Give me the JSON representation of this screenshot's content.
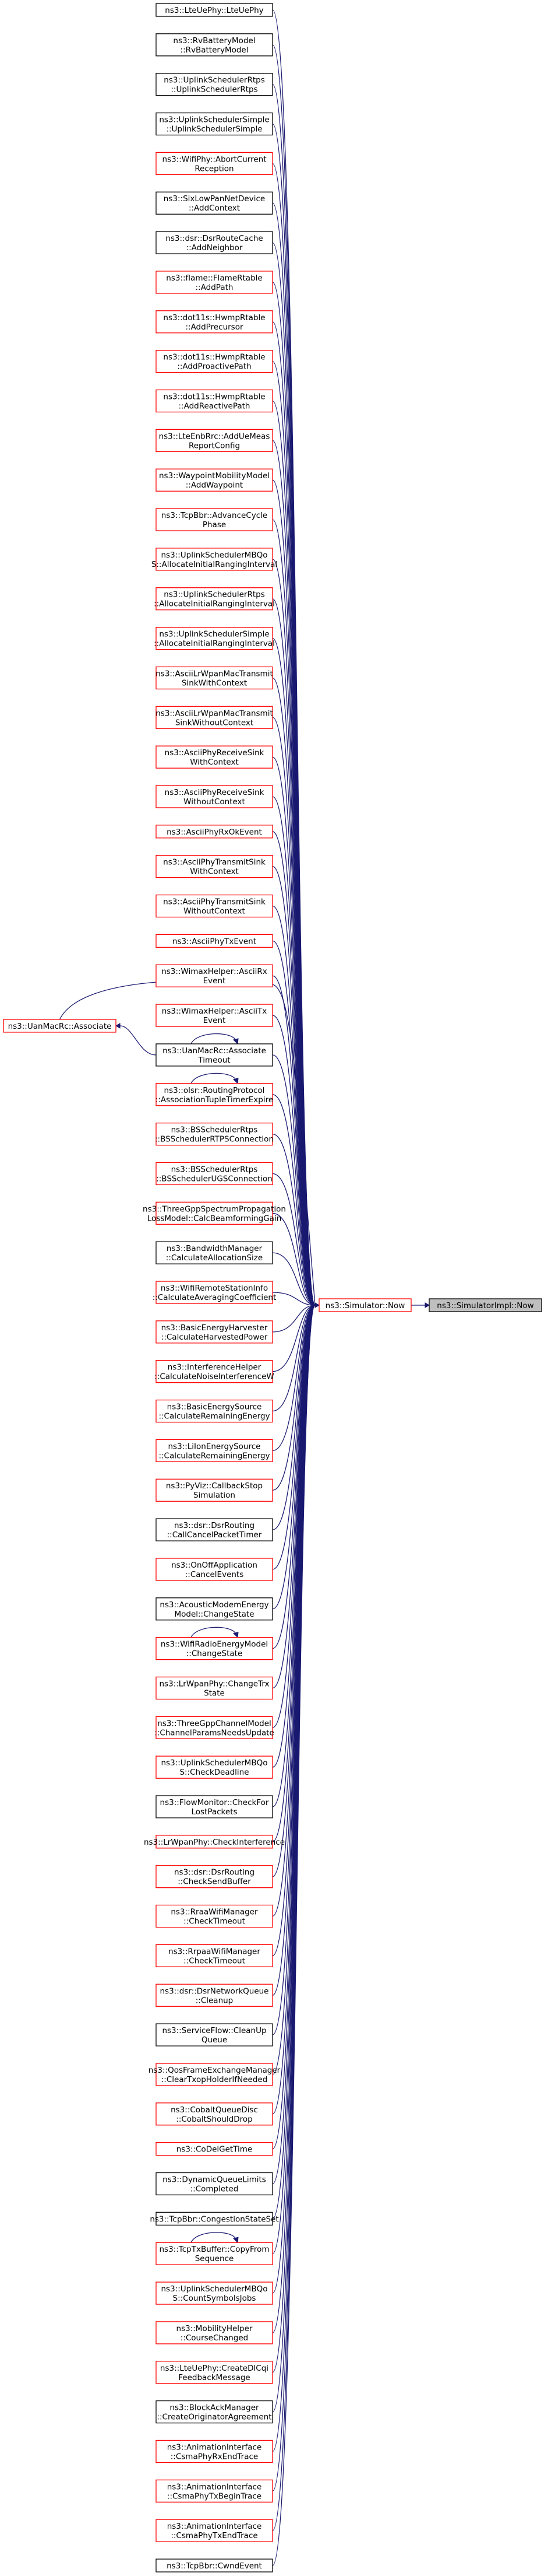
{
  "diagram": {
    "colors": {
      "edge": "#191970",
      "box_border_red": "#ff0000",
      "box_border_black": "#000000",
      "root_fill": "#bfbfbf"
    },
    "root": {
      "id": "root",
      "lines": [
        "ns3::SimulatorImpl::Now"
      ],
      "border": "black",
      "fill": "gray"
    },
    "hub": {
      "id": "hub",
      "lines": [
        "ns3::Simulator::Now"
      ],
      "border": "red"
    },
    "associate_node": {
      "id": "assoc",
      "lines": [
        "ns3::UanMacRc::Associate"
      ],
      "border": "red"
    },
    "callers": [
      {
        "id": "c0",
        "lines": [
          "ns3::LteUePhy::LteUePhy"
        ],
        "border": "black"
      },
      {
        "id": "c1",
        "lines": [
          "ns3::RvBatteryModel",
          "::RvBatteryModel"
        ],
        "border": "black"
      },
      {
        "id": "c2",
        "lines": [
          "ns3::UplinkSchedulerRtps",
          "::UplinkSchedulerRtps"
        ],
        "border": "black"
      },
      {
        "id": "c3",
        "lines": [
          "ns3::UplinkSchedulerSimple",
          "::UplinkSchedulerSimple"
        ],
        "border": "black"
      },
      {
        "id": "c4",
        "lines": [
          "ns3::WifiPhy::AbortCurrent",
          "Reception"
        ],
        "border": "red"
      },
      {
        "id": "c5",
        "lines": [
          "ns3::SixLowPanNetDevice",
          "::AddContext"
        ],
        "border": "black"
      },
      {
        "id": "c6",
        "lines": [
          "ns3::dsr::DsrRouteCache",
          "::AddNeighbor"
        ],
        "border": "black"
      },
      {
        "id": "c7",
        "lines": [
          "ns3::flame::FlameRtable",
          "::AddPath"
        ],
        "border": "red"
      },
      {
        "id": "c8",
        "lines": [
          "ns3::dot11s::HwmpRtable",
          "::AddPrecursor"
        ],
        "border": "red"
      },
      {
        "id": "c9",
        "lines": [
          "ns3::dot11s::HwmpRtable",
          "::AddProactivePath"
        ],
        "border": "red"
      },
      {
        "id": "c10",
        "lines": [
          "ns3::dot11s::HwmpRtable",
          "::AddReactivePath"
        ],
        "border": "red"
      },
      {
        "id": "c11",
        "lines": [
          "ns3::LteEnbRrc::AddUeMeas",
          "ReportConfig"
        ],
        "border": "red"
      },
      {
        "id": "c12",
        "lines": [
          "ns3::WaypointMobilityModel",
          "::AddWaypoint"
        ],
        "border": "red"
      },
      {
        "id": "c13",
        "lines": [
          "ns3::TcpBbr::AdvanceCycle",
          "Phase"
        ],
        "border": "red"
      },
      {
        "id": "c14",
        "lines": [
          "ns3::UplinkSchedulerMBQo",
          "S::AllocateInitialRangingInterval"
        ],
        "border": "red"
      },
      {
        "id": "c15",
        "lines": [
          "ns3::UplinkSchedulerRtps",
          "::AllocateInitialRangingInterval"
        ],
        "border": "red"
      },
      {
        "id": "c16",
        "lines": [
          "ns3::UplinkSchedulerSimple",
          "::AllocateInitialRangingInterval"
        ],
        "border": "red"
      },
      {
        "id": "c17",
        "lines": [
          "ns3::AsciiLrWpanMacTransmit",
          "SinkWithContext"
        ],
        "border": "red"
      },
      {
        "id": "c18",
        "lines": [
          "ns3::AsciiLrWpanMacTransmit",
          "SinkWithoutContext"
        ],
        "border": "red"
      },
      {
        "id": "c19",
        "lines": [
          "ns3::AsciiPhyReceiveSink",
          "WithContext"
        ],
        "border": "red"
      },
      {
        "id": "c20",
        "lines": [
          "ns3::AsciiPhyReceiveSink",
          "WithoutContext"
        ],
        "border": "red"
      },
      {
        "id": "c21",
        "lines": [
          "ns3::AsciiPhyRxOkEvent"
        ],
        "border": "red"
      },
      {
        "id": "c22",
        "lines": [
          "ns3::AsciiPhyTransmitSink",
          "WithContext"
        ],
        "border": "red"
      },
      {
        "id": "c23",
        "lines": [
          "ns3::AsciiPhyTransmitSink",
          "WithoutContext"
        ],
        "border": "red"
      },
      {
        "id": "c24",
        "lines": [
          "ns3::AsciiPhyTxEvent"
        ],
        "border": "red"
      },
      {
        "id": "c25",
        "lines": [
          "ns3::WimaxHelper::AsciiRx",
          "Event"
        ],
        "border": "red"
      },
      {
        "id": "c26",
        "lines": [
          "ns3::WimaxHelper::AsciiTx",
          "Event"
        ],
        "border": "red"
      },
      {
        "id": "c27",
        "lines": [
          "ns3::UanMacRc::Associate",
          "Timeout"
        ],
        "border": "black",
        "self_loop": true,
        "also_to": "assoc"
      },
      {
        "id": "c28",
        "lines": [
          "ns3::olsr::RoutingProtocol",
          "::AssociationTupleTimerExpire"
        ],
        "border": "red",
        "self_loop": true
      },
      {
        "id": "c29",
        "lines": [
          "ns3::BSSchedulerRtps",
          "::BSSchedulerRTPSConnection"
        ],
        "border": "red"
      },
      {
        "id": "c30",
        "lines": [
          "ns3::BSSchedulerRtps",
          "::BSSchedulerUGSConnection"
        ],
        "border": "red"
      },
      {
        "id": "c31",
        "lines": [
          "ns3::ThreeGppSpectrumPropagation",
          "LossModel::CalcBeamformingGain"
        ],
        "border": "red"
      },
      {
        "id": "c32",
        "lines": [
          "ns3::BandwidthManager",
          "::CalculateAllocationSize"
        ],
        "border": "black"
      },
      {
        "id": "c33",
        "lines": [
          "ns3::WifiRemoteStationInfo",
          "::CalculateAveragingCoefficient"
        ],
        "border": "red"
      },
      {
        "id": "c34",
        "lines": [
          "ns3::BasicEnergyHarvester",
          "::CalculateHarvestedPower"
        ],
        "border": "red"
      },
      {
        "id": "c35",
        "lines": [
          "ns3::InterferenceHelper",
          "::CalculateNoiseInterferenceW"
        ],
        "border": "red"
      },
      {
        "id": "c36",
        "lines": [
          "ns3::BasicEnergySource",
          "::CalculateRemainingEnergy"
        ],
        "border": "red"
      },
      {
        "id": "c37",
        "lines": [
          "ns3::LiIonEnergySource",
          "::CalculateRemainingEnergy"
        ],
        "border": "red"
      },
      {
        "id": "c38",
        "lines": [
          "ns3::PyViz::CallbackStop",
          "Simulation"
        ],
        "border": "red"
      },
      {
        "id": "c39",
        "lines": [
          "ns3::dsr::DsrRouting",
          "::CallCancelPacketTimer"
        ],
        "border": "black"
      },
      {
        "id": "c40",
        "lines": [
          "ns3::OnOffApplication",
          "::CancelEvents"
        ],
        "border": "red"
      },
      {
        "id": "c41",
        "lines": [
          "ns3::AcousticModemEnergy",
          "Model::ChangeState"
        ],
        "border": "black"
      },
      {
        "id": "c42",
        "lines": [
          "ns3::WifiRadioEnergyModel",
          "::ChangeState"
        ],
        "border": "red",
        "self_loop": true
      },
      {
        "id": "c43",
        "lines": [
          "ns3::LrWpanPhy::ChangeTrx",
          "State"
        ],
        "border": "red"
      },
      {
        "id": "c44",
        "lines": [
          "ns3::ThreeGppChannelModel",
          "::ChannelParamsNeedsUpdate"
        ],
        "border": "red"
      },
      {
        "id": "c45",
        "lines": [
          "ns3::UplinkSchedulerMBQo",
          "S::CheckDeadline"
        ],
        "border": "red"
      },
      {
        "id": "c46",
        "lines": [
          "ns3::FlowMonitor::CheckFor",
          "LostPackets"
        ],
        "border": "black"
      },
      {
        "id": "c47",
        "lines": [
          "ns3::LrWpanPhy::CheckInterference"
        ],
        "border": "red"
      },
      {
        "id": "c48",
        "lines": [
          "ns3::dsr::DsrRouting",
          "::CheckSendBuffer"
        ],
        "border": "red"
      },
      {
        "id": "c49",
        "lines": [
          "ns3::RraaWifiManager",
          "::CheckTimeout"
        ],
        "border": "red"
      },
      {
        "id": "c50",
        "lines": [
          "ns3::RrpaaWifiManager",
          "::CheckTimeout"
        ],
        "border": "red"
      },
      {
        "id": "c51",
        "lines": [
          "ns3::dsr::DsrNetworkQueue",
          "::Cleanup"
        ],
        "border": "red"
      },
      {
        "id": "c52",
        "lines": [
          "ns3::ServiceFlow::CleanUp",
          "Queue"
        ],
        "border": "black"
      },
      {
        "id": "c53",
        "lines": [
          "ns3::QosFrameExchangeManager",
          "::ClearTxopHolderIfNeeded"
        ],
        "border": "red"
      },
      {
        "id": "c54",
        "lines": [
          "ns3::CobaltQueueDisc",
          "::CobaltShouldDrop"
        ],
        "border": "red"
      },
      {
        "id": "c55",
        "lines": [
          "ns3::CoDelGetTime"
        ],
        "border": "red"
      },
      {
        "id": "c56",
        "lines": [
          "ns3::DynamicQueueLimits",
          "::Completed"
        ],
        "border": "black"
      },
      {
        "id": "c57",
        "lines": [
          "ns3::TcpBbr::CongestionStateSet"
        ],
        "border": "black"
      },
      {
        "id": "c58",
        "lines": [
          "ns3::TcpTxBuffer::CopyFrom",
          "Sequence"
        ],
        "border": "red",
        "self_loop": true
      },
      {
        "id": "c59",
        "lines": [
          "ns3::UplinkSchedulerMBQo",
          "S::CountSymbolsJobs"
        ],
        "border": "red"
      },
      {
        "id": "c60",
        "lines": [
          "ns3::MobilityHelper",
          "::CourseChanged"
        ],
        "border": "red"
      },
      {
        "id": "c61",
        "lines": [
          "ns3::LteUePhy::CreateDlCqi",
          "FeedbackMessage"
        ],
        "border": "red"
      },
      {
        "id": "c62",
        "lines": [
          "ns3::BlockAckManager",
          "::CreateOriginatorAgreement"
        ],
        "border": "black"
      },
      {
        "id": "c63",
        "lines": [
          "ns3::AnimationInterface",
          "::CsmaPhyRxEndTrace"
        ],
        "border": "red"
      },
      {
        "id": "c64",
        "lines": [
          "ns3::AnimationInterface",
          "::CsmaPhyTxBeginTrace"
        ],
        "border": "red"
      },
      {
        "id": "c65",
        "lines": [
          "ns3::AnimationInterface",
          "::CsmaPhyTxEndTrace"
        ],
        "border": "red"
      },
      {
        "id": "c66",
        "lines": [
          "ns3::TcpBbr::CwndEvent"
        ],
        "border": "black"
      }
    ]
  }
}
